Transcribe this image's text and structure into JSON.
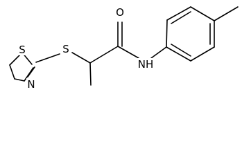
{
  "molecule": {
    "atoms": {
      "sulfur_ring": "S",
      "nitrogen_ring": "N",
      "sulfur_thioether": "S",
      "oxygen_carbonyl": "O",
      "amide_nh": "NH"
    }
  },
  "colors": {
    "bond": "#000000",
    "label": "#000000",
    "background": "#ffffff"
  }
}
